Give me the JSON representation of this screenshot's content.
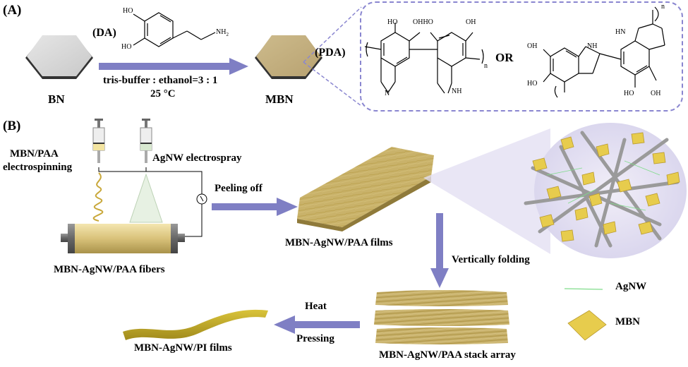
{
  "panelA": {
    "label": "(A)",
    "bn_label": "BN",
    "mbn_label": "MBN",
    "da_label": "(DA)",
    "pda_label": "(PDA)",
    "condition_line1": "tris-buffer : ethanol=3 : 1",
    "condition_line2": "25 °C",
    "or_label": "OR",
    "chem": {
      "ho": "HO",
      "oh": "OH",
      "nh2": "NH",
      "nh2_sub": "2",
      "n": "N",
      "nh": "NH",
      "h": "H",
      "hn": "HN",
      "sub_n": "n",
      "ohho": "OHHO"
    }
  },
  "panelB": {
    "label": "(B)",
    "electrospinning_line1": "MBN/PAA",
    "electrospinning_line2": "electrospinning",
    "electrospray": "AgNW electrospray",
    "fibers_label": "MBN-AgNW/PAA fibers",
    "peeling_off": "Peeling off",
    "films_label": "MBN-AgNW/PAA films",
    "vertically_folding": "Vertically folding",
    "stack_label": "MBN-AgNW/PAA stack array",
    "heat": "Heat",
    "pressing": "Pressing",
    "pi_label": "MBN-AgNW/PI films",
    "legend_agnw": "AgNW",
    "legend_mbn": "MBN"
  },
  "colors": {
    "arrow": "#7f7fc4",
    "bn_face": "#d9d9d9",
    "mbn_face": "#c8b586",
    "fiber": "#c8b458",
    "agnw": "#7fdc8a",
    "dashed_box": "#8a86d0"
  }
}
